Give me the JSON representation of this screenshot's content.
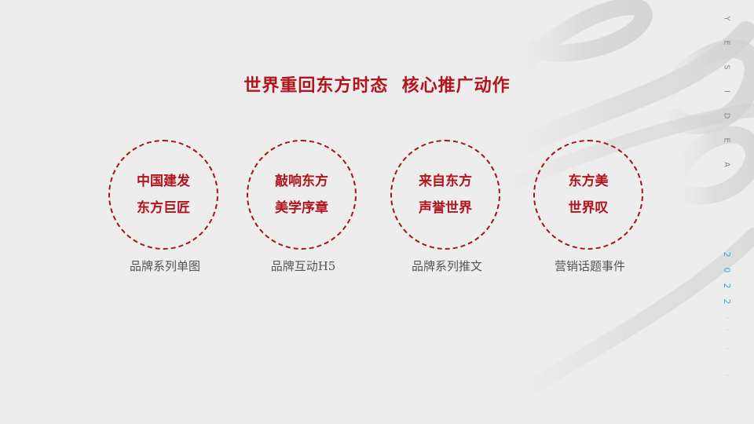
{
  "title": "世界重回东方时态  核心推广动作",
  "items": [
    {
      "line1": "中国建发",
      "line2": "东方巨匠",
      "caption": "品牌系列单图"
    },
    {
      "line1": "敲响东方",
      "line2": "美学序章",
      "caption": "品牌互动H5"
    },
    {
      "line1": "来自东方",
      "line2": "声誉世界",
      "caption": "品牌系列推文"
    },
    {
      "line1": "东方美",
      "line2": "世界叹",
      "caption": "营销话题事件"
    }
  ],
  "side_brand": [
    "Y",
    "E",
    "S",
    "I",
    "D",
    "E",
    "A"
  ],
  "side_year": [
    "2",
    "0",
    "2",
    "2"
  ],
  "colors": {
    "accent": "#b3141c",
    "background": "#ededed",
    "year": "#3fa6dc"
  }
}
